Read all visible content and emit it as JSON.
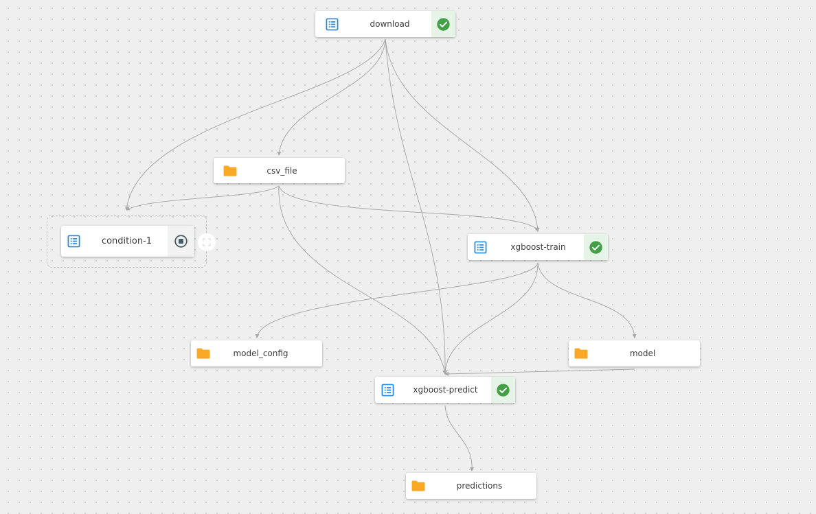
{
  "graph": {
    "nodes": {
      "download": {
        "label": "download",
        "kind": "execution",
        "status": "succeeded",
        "icon": "execution-list-icon",
        "status_icon": "check-circle-icon"
      },
      "csv_file": {
        "label": "csv_file",
        "kind": "artifact",
        "icon": "folder-icon"
      },
      "condition_1": {
        "label": "condition-1",
        "kind": "condition",
        "status": "stopped",
        "icon": "execution-list-icon",
        "status_icon": "stop-circle-icon",
        "expand_icon": "expand-icon"
      },
      "xgboost_train": {
        "label": "xgboost-train",
        "kind": "execution",
        "status": "succeeded",
        "icon": "execution-list-icon",
        "status_icon": "check-circle-icon"
      },
      "model_config": {
        "label": "model_config",
        "kind": "artifact",
        "icon": "folder-icon"
      },
      "model": {
        "label": "model",
        "kind": "artifact",
        "icon": "folder-icon"
      },
      "xgboost_predict": {
        "label": "xgboost-predict",
        "kind": "execution",
        "status": "succeeded",
        "icon": "execution-list-icon",
        "status_icon": "check-circle-icon"
      },
      "predictions": {
        "label": "predictions",
        "kind": "artifact",
        "icon": "folder-icon"
      }
    },
    "edges": [
      {
        "from": "download",
        "to": "csv_file"
      },
      {
        "from": "download",
        "to": "condition_1"
      },
      {
        "from": "download",
        "to": "xgboost_train"
      },
      {
        "from": "download",
        "to": "xgboost_predict"
      },
      {
        "from": "csv_file",
        "to": "condition_1"
      },
      {
        "from": "csv_file",
        "to": "xgboost_train"
      },
      {
        "from": "csv_file",
        "to": "xgboost_predict"
      },
      {
        "from": "xgboost_train",
        "to": "model_config"
      },
      {
        "from": "xgboost_train",
        "to": "model"
      },
      {
        "from": "xgboost_train",
        "to": "xgboost_predict"
      },
      {
        "from": "model",
        "to": "xgboost_predict"
      },
      {
        "from": "xgboost_predict",
        "to": "predictions"
      }
    ]
  },
  "colors": {
    "execution_icon": "#1e88e5",
    "artifact_icon": "#f9a825",
    "success": "#43a047",
    "success_bg": "#e6f4e7",
    "stopped": "#455a64",
    "edge": "#a8a8a8",
    "canvas_bg": "#efefef"
  }
}
